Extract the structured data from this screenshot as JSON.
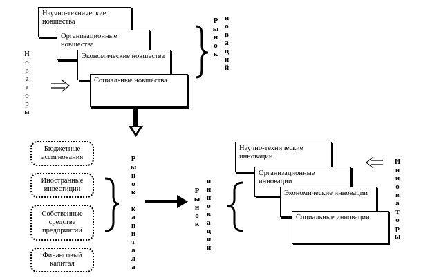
{
  "top": {
    "innovators_label": "Новаторы",
    "market_label": "Рынок новаций",
    "boxes": [
      "Научно-технические новшества",
      "Организационные новшества",
      "Экономические новшества",
      "Социальные новшества"
    ]
  },
  "funding_sources": [
    "Бюджетные ассигнования",
    "Иностранные инвестиции",
    "Собственные средства предприятий",
    "Финансовый капитал"
  ],
  "capital_market_label": "Рынок капитала",
  "innovation_market_label": "Рынок инноваций",
  "investors_label": "Инноваторы",
  "bottom_boxes": [
    "Научно-технические инновации",
    "Организационные инновации",
    "Экономические инновации",
    "Социальные инновации"
  ]
}
